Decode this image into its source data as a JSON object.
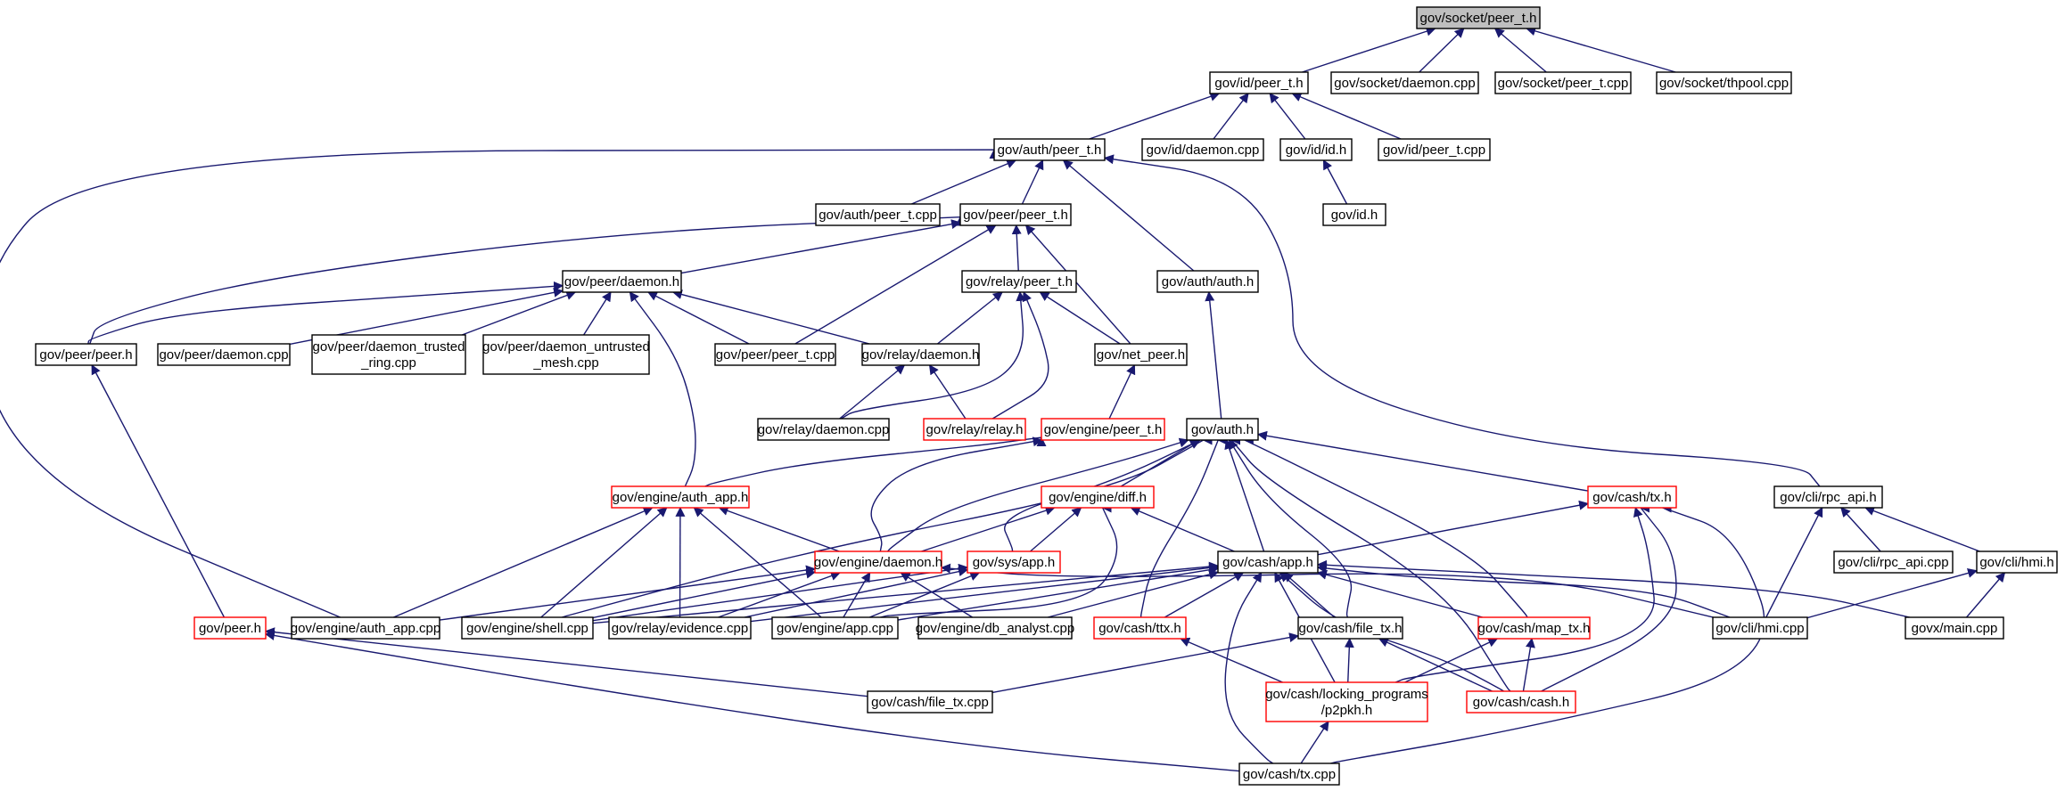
{
  "colors": {
    "edge": "#191970",
    "border_normal": "#000000",
    "border_truncated": "#ff0000",
    "root_fill": "#bfbfbf",
    "fill": "#ffffff",
    "text": "#000000"
  },
  "nodes": [
    {
      "id": "socket_peer_t_h",
      "lines": [
        "gov/socket/peer_t.h"
      ],
      "root": true
    },
    {
      "id": "id_peer_t_h",
      "lines": [
        "gov/id/peer_t.h"
      ]
    },
    {
      "id": "socket_daemon_cpp",
      "lines": [
        "gov/socket/daemon.cpp"
      ]
    },
    {
      "id": "socket_peer_t_cpp",
      "lines": [
        "gov/socket/peer_t.cpp"
      ]
    },
    {
      "id": "socket_thpool_cpp",
      "lines": [
        "gov/socket/thpool.cpp"
      ]
    },
    {
      "id": "auth_peer_t_h",
      "lines": [
        "gov/auth/peer_t.h"
      ]
    },
    {
      "id": "id_daemon_cpp",
      "lines": [
        "gov/id/daemon.cpp"
      ]
    },
    {
      "id": "id_id_h",
      "lines": [
        "gov/id/id.h"
      ]
    },
    {
      "id": "id_peer_t_cpp",
      "lines": [
        "gov/id/peer_t.cpp"
      ]
    },
    {
      "id": "id_h",
      "lines": [
        "gov/id.h"
      ]
    },
    {
      "id": "auth_peer_t_cpp",
      "lines": [
        "gov/auth/peer_t.cpp"
      ]
    },
    {
      "id": "peer_peer_t_h",
      "lines": [
        "gov/peer/peer_t.h"
      ]
    },
    {
      "id": "peer_daemon_h",
      "lines": [
        "gov/peer/daemon.h"
      ]
    },
    {
      "id": "relay_peer_t_h",
      "lines": [
        "gov/relay/peer_t.h"
      ]
    },
    {
      "id": "auth_auth_h",
      "lines": [
        "gov/auth/auth.h"
      ]
    },
    {
      "id": "peer_peer_h",
      "lines": [
        "gov/peer/peer.h"
      ]
    },
    {
      "id": "peer_daemon_cpp",
      "lines": [
        "gov/peer/daemon.cpp"
      ]
    },
    {
      "id": "peer_daemon_trusted",
      "lines": [
        "gov/peer/daemon_trusted",
        "_ring.cpp"
      ]
    },
    {
      "id": "peer_daemon_untrusted",
      "lines": [
        "gov/peer/daemon_untrusted",
        "_mesh.cpp"
      ]
    },
    {
      "id": "peer_peer_t_cpp",
      "lines": [
        "gov/peer/peer_t.cpp"
      ]
    },
    {
      "id": "relay_daemon_h",
      "lines": [
        "gov/relay/daemon.h"
      ]
    },
    {
      "id": "net_peer_h",
      "lines": [
        "gov/net_peer.h"
      ]
    },
    {
      "id": "relay_daemon_cpp",
      "lines": [
        "gov/relay/daemon.cpp"
      ]
    },
    {
      "id": "relay_relay_h",
      "lines": [
        "gov/relay/relay.h"
      ],
      "truncated": true
    },
    {
      "id": "engine_peer_t_h",
      "lines": [
        "gov/engine/peer_t.h"
      ],
      "truncated": true
    },
    {
      "id": "auth_h",
      "lines": [
        "gov/auth.h"
      ]
    },
    {
      "id": "engine_auth_app_h",
      "lines": [
        "gov/engine/auth_app.h"
      ],
      "truncated": true
    },
    {
      "id": "engine_diff_h",
      "lines": [
        "gov/engine/diff.h"
      ],
      "truncated": true
    },
    {
      "id": "cash_tx_h",
      "lines": [
        "gov/cash/tx.h"
      ],
      "truncated": true
    },
    {
      "id": "cli_rpc_api_h",
      "lines": [
        "gov/cli/rpc_api.h"
      ]
    },
    {
      "id": "engine_daemon_h",
      "lines": [
        "gov/engine/daemon.h"
      ],
      "truncated": true
    },
    {
      "id": "sys_app_h",
      "lines": [
        "gov/sys/app.h"
      ],
      "truncated": true
    },
    {
      "id": "cash_app_h",
      "lines": [
        "gov/cash/app.h"
      ]
    },
    {
      "id": "cli_rpc_api_cpp",
      "lines": [
        "gov/cli/rpc_api.cpp"
      ]
    },
    {
      "id": "cli_hmi_h",
      "lines": [
        "gov/cli/hmi.h"
      ]
    },
    {
      "id": "peer_h",
      "lines": [
        "gov/peer.h"
      ],
      "truncated": true
    },
    {
      "id": "engine_auth_app_cpp",
      "lines": [
        "gov/engine/auth_app.cpp"
      ]
    },
    {
      "id": "engine_shell_cpp",
      "lines": [
        "gov/engine/shell.cpp"
      ]
    },
    {
      "id": "relay_evidence_cpp",
      "lines": [
        "gov/relay/evidence.cpp"
      ]
    },
    {
      "id": "engine_app_cpp",
      "lines": [
        "gov/engine/app.cpp"
      ]
    },
    {
      "id": "engine_db_analyst_cpp",
      "lines": [
        "gov/engine/db_analyst.cpp"
      ]
    },
    {
      "id": "cash_ttx_h",
      "lines": [
        "gov/cash/ttx.h"
      ],
      "truncated": true
    },
    {
      "id": "cash_file_tx_h",
      "lines": [
        "gov/cash/file_tx.h"
      ]
    },
    {
      "id": "cash_map_tx_h",
      "lines": [
        "gov/cash/map_tx.h"
      ],
      "truncated": true
    },
    {
      "id": "cli_hmi_cpp",
      "lines": [
        "gov/cli/hmi.cpp"
      ]
    },
    {
      "id": "govx_main_cpp",
      "lines": [
        "govx/main.cpp"
      ]
    },
    {
      "id": "cash_file_tx_cpp",
      "lines": [
        "gov/cash/file_tx.cpp"
      ]
    },
    {
      "id": "cash_locking_p2pkh_h",
      "lines": [
        "gov/cash/locking_programs",
        "/p2pkh.h"
      ],
      "truncated": true
    },
    {
      "id": "cash_cash_h",
      "lines": [
        "gov/cash/cash.h"
      ],
      "truncated": true
    },
    {
      "id": "cash_tx_cpp",
      "lines": [
        "gov/cash/tx.cpp"
      ]
    }
  ],
  "edges": [
    [
      "socket_peer_t_h",
      "id_peer_t_h"
    ],
    [
      "socket_peer_t_h",
      "socket_daemon_cpp"
    ],
    [
      "socket_peer_t_h",
      "socket_peer_t_cpp"
    ],
    [
      "socket_peer_t_h",
      "socket_thpool_cpp"
    ],
    [
      "id_peer_t_h",
      "auth_peer_t_h"
    ],
    [
      "id_peer_t_h",
      "id_daemon_cpp"
    ],
    [
      "id_peer_t_h",
      "id_id_h"
    ],
    [
      "id_peer_t_h",
      "id_peer_t_cpp"
    ],
    [
      "id_id_h",
      "id_h"
    ],
    [
      "auth_peer_t_h",
      "auth_peer_t_cpp"
    ],
    [
      "auth_peer_t_h",
      "peer_peer_t_h"
    ],
    [
      "auth_peer_t_h",
      "auth_auth_h"
    ],
    [
      "auth_peer_t_h",
      "cli_rpc_api_h"
    ],
    [
      "auth_peer_t_h",
      "engine_auth_app_cpp"
    ],
    [
      "peer_peer_t_h",
      "peer_daemon_h"
    ],
    [
      "peer_peer_t_h",
      "relay_peer_t_h"
    ],
    [
      "peer_peer_t_h",
      "peer_peer_h"
    ],
    [
      "peer_peer_t_h",
      "peer_peer_t_cpp"
    ],
    [
      "peer_peer_t_h",
      "net_peer_h"
    ],
    [
      "peer_daemon_h",
      "peer_peer_h"
    ],
    [
      "peer_daemon_h",
      "peer_daemon_cpp"
    ],
    [
      "peer_daemon_h",
      "peer_daemon_trusted"
    ],
    [
      "peer_daemon_h",
      "peer_daemon_untrusted"
    ],
    [
      "peer_daemon_h",
      "peer_peer_t_cpp"
    ],
    [
      "peer_daemon_h",
      "relay_daemon_h"
    ],
    [
      "peer_daemon_h",
      "engine_auth_app_h"
    ],
    [
      "relay_peer_t_h",
      "relay_daemon_h"
    ],
    [
      "relay_peer_t_h",
      "net_peer_h"
    ],
    [
      "relay_peer_t_h",
      "relay_daemon_cpp"
    ],
    [
      "relay_peer_t_h",
      "relay_relay_h"
    ],
    [
      "relay_daemon_h",
      "relay_daemon_cpp"
    ],
    [
      "relay_daemon_h",
      "relay_relay_h"
    ],
    [
      "net_peer_h",
      "engine_peer_t_h"
    ],
    [
      "auth_auth_h",
      "auth_h"
    ],
    [
      "peer_peer_h",
      "peer_h"
    ],
    [
      "engine_peer_t_h",
      "engine_auth_app_h"
    ],
    [
      "engine_peer_t_h",
      "engine_daemon_h"
    ],
    [
      "auth_h",
      "engine_diff_h"
    ],
    [
      "auth_h",
      "cash_tx_h"
    ],
    [
      "auth_h",
      "engine_daemon_h"
    ],
    [
      "auth_h",
      "sys_app_h"
    ],
    [
      "auth_h",
      "cash_app_h"
    ],
    [
      "auth_h",
      "engine_shell_cpp"
    ],
    [
      "auth_h",
      "cash_ttx_h"
    ],
    [
      "auth_h",
      "cash_file_tx_h"
    ],
    [
      "auth_h",
      "cash_map_tx_h"
    ],
    [
      "auth_h",
      "cash_cash_h"
    ],
    [
      "engine_auth_app_h",
      "engine_daemon_h"
    ],
    [
      "engine_auth_app_h",
      "engine_auth_app_cpp"
    ],
    [
      "engine_auth_app_h",
      "engine_shell_cpp"
    ],
    [
      "engine_auth_app_h",
      "relay_evidence_cpp"
    ],
    [
      "engine_auth_app_h",
      "engine_app_cpp"
    ],
    [
      "engine_diff_h",
      "engine_daemon_h"
    ],
    [
      "engine_diff_h",
      "sys_app_h"
    ],
    [
      "engine_diff_h",
      "cash_app_h"
    ],
    [
      "engine_diff_h",
      "engine_app_cpp"
    ],
    [
      "cash_tx_h",
      "cash_app_h"
    ],
    [
      "cash_tx_h",
      "cash_locking_p2pkh_h"
    ],
    [
      "cash_tx_h",
      "cash_cash_h"
    ],
    [
      "cash_tx_h",
      "cash_tx_cpp"
    ],
    [
      "cli_rpc_api_h",
      "cli_rpc_api_cpp"
    ],
    [
      "cli_rpc_api_h",
      "cli_hmi_h"
    ],
    [
      "cli_rpc_api_h",
      "cli_hmi_cpp"
    ],
    [
      "cli_hmi_h",
      "cli_hmi_cpp"
    ],
    [
      "cli_hmi_h",
      "govx_main_cpp"
    ],
    [
      "engine_daemon_h",
      "engine_auth_app_cpp"
    ],
    [
      "engine_daemon_h",
      "engine_shell_cpp"
    ],
    [
      "engine_daemon_h",
      "relay_evidence_cpp"
    ],
    [
      "engine_daemon_h",
      "engine_app_cpp"
    ],
    [
      "engine_daemon_h",
      "engine_db_analyst_cpp"
    ],
    [
      "engine_daemon_h",
      "cli_hmi_cpp"
    ],
    [
      "sys_app_h",
      "engine_shell_cpp"
    ],
    [
      "sys_app_h",
      "relay_evidence_cpp"
    ],
    [
      "sys_app_h",
      "engine_app_cpp"
    ],
    [
      "cash_app_h",
      "engine_shell_cpp"
    ],
    [
      "cash_app_h",
      "relay_evidence_cpp"
    ],
    [
      "cash_app_h",
      "engine_app_cpp"
    ],
    [
      "cash_app_h",
      "engine_db_analyst_cpp"
    ],
    [
      "cash_app_h",
      "cash_ttx_h"
    ],
    [
      "cash_app_h",
      "cash_file_tx_h"
    ],
    [
      "cash_app_h",
      "cash_map_tx_h"
    ],
    [
      "cash_app_h",
      "cli_hmi_cpp"
    ],
    [
      "cash_app_h",
      "govx_main_cpp"
    ],
    [
      "cash_app_h",
      "cash_locking_p2pkh_h"
    ],
    [
      "cash_app_h",
      "cash_cash_h"
    ],
    [
      "cash_app_h",
      "cash_tx_cpp"
    ],
    [
      "cash_ttx_h",
      "cash_locking_p2pkh_h"
    ],
    [
      "cash_file_tx_h",
      "cash_file_tx_cpp"
    ],
    [
      "cash_file_tx_h",
      "cash_locking_p2pkh_h"
    ],
    [
      "cash_file_tx_h",
      "cash_cash_h"
    ],
    [
      "cash_map_tx_h",
      "cash_locking_p2pkh_h"
    ],
    [
      "cash_map_tx_h",
      "cash_cash_h"
    ],
    [
      "cash_locking_p2pkh_h",
      "cash_tx_cpp"
    ],
    [
      "peer_h",
      "cash_file_tx_cpp"
    ],
    [
      "peer_h",
      "cash_tx_cpp"
    ]
  ]
}
